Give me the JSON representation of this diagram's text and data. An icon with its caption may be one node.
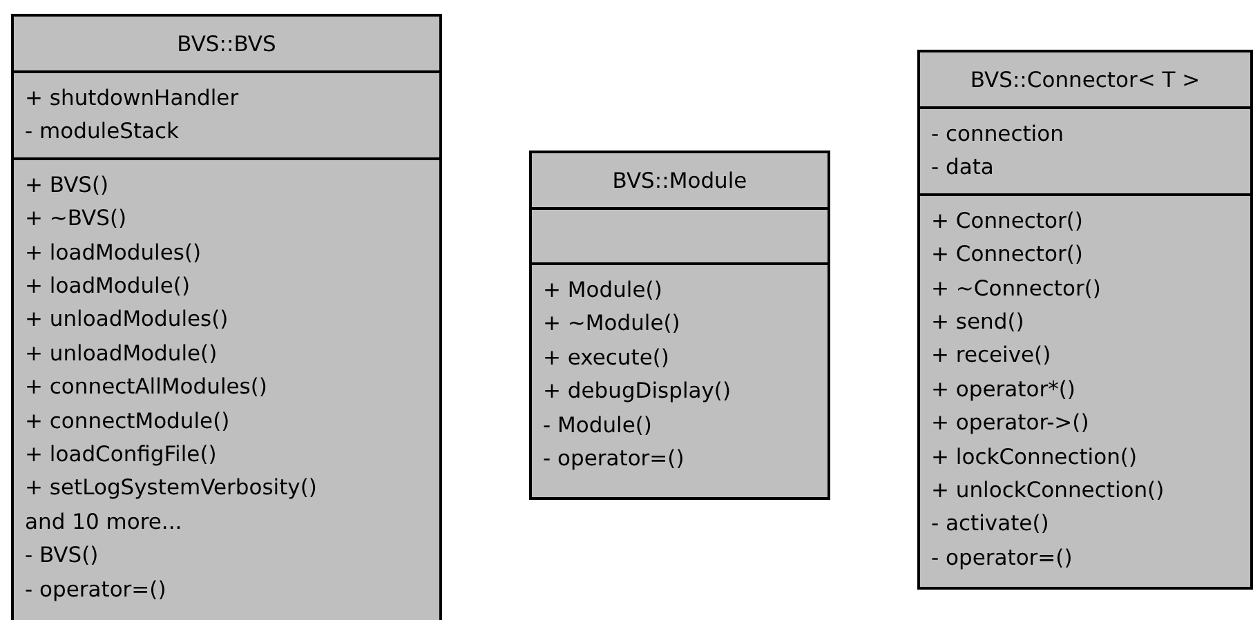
{
  "diagram": {
    "nodes": [
      {
        "text": [
          "BVS::BVS"
        ]
      },
      {
        "text": [
          "+ shutdownHandler",
          "- moduleStack"
        ],
        "in": 0
      },
      {
        "text": [
          "+ BVS()",
          "+ ~BVS()",
          "+ loadModules()",
          "+ loadModule()",
          "+ unloadModules()",
          "+ unloadModule()",
          "+ connectAllModules()",
          "+ connectModule()",
          "+ loadConfigFile()",
          "+ setLogSystemVerbosity()",
          "and 10 more...",
          "- BVS()",
          "- operator=()"
        ],
        "in": 0
      },
      {
        "text": [
          "BVS::Module"
        ]
      },
      {
        "text": [],
        "shape": "box",
        "in": 3
      },
      {
        "text": [
          "+ Module()",
          "+ ~Module()",
          "+ execute()",
          "+ debugDisplay()",
          "- Module()",
          "- operator=()"
        ],
        "in": 3
      },
      {
        "text": [
          "BVS::Connector< T >"
        ]
      },
      {
        "text": [
          "- connection",
          "- data"
        ],
        "in": 6
      },
      {
        "text": [
          "+ Connector()",
          "+ Connector()",
          "+ ~Connector()",
          "+ send()",
          "+ receive()",
          "+ operator*()",
          "+ operator->()",
          "+ lockConnection()",
          "+ unlockConnection()",
          "- activate()",
          "- operator=()"
        ],
        "in": 6
      }
    ]
  }
}
